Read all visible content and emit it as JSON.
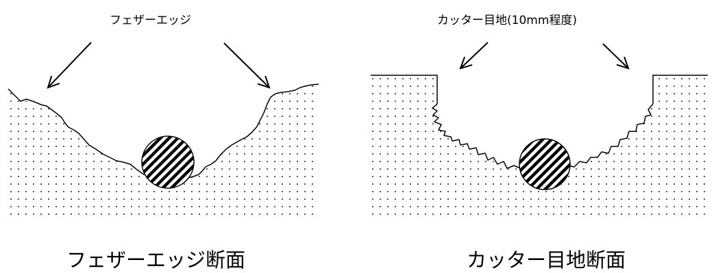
{
  "left_panel": {
    "top_label": "フェザーエッジ",
    "caption": "フェザーエッジ断面"
  },
  "right_panel": {
    "top_label": "カッター目地(10mm程度)",
    "caption": "カッター目地断面"
  },
  "colors": {
    "line": "#000000",
    "dots": "#555555",
    "background": "#ffffff"
  }
}
